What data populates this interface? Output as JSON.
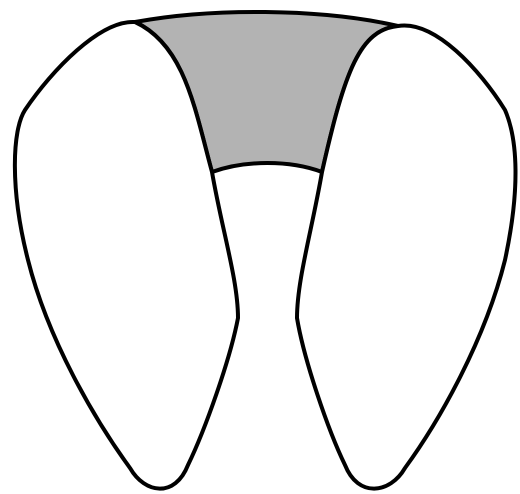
{
  "diagram": {
    "colors": {
      "background": "#ffffff",
      "outline": "#000000",
      "lobe_fill": "#ffffff",
      "bridge_fill": "#b3b3b3"
    },
    "parts": [
      {
        "name": "left-lobe",
        "fill": "lobe_fill"
      },
      {
        "name": "right-lobe",
        "fill": "lobe_fill"
      },
      {
        "name": "upper-bridge",
        "fill": "bridge_fill"
      }
    ]
  }
}
